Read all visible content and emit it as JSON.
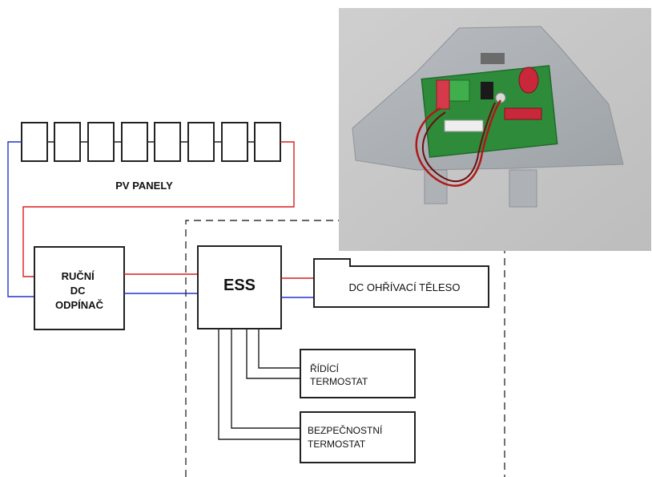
{
  "labels": {
    "pv_panels": "PV PANELY",
    "switch": [
      "RUČNÍ",
      "DC",
      "ODPÍNAČ"
    ],
    "ess": "ESS",
    "heater": "DC OHŘÍVACÍ TĚLESO",
    "control_thermostat": [
      "ŘÍDÍCÍ",
      "TERMOSTAT"
    ],
    "safety_thermostat": [
      "BEZPEČNOSTNÍ",
      "TERMOSTAT"
    ]
  },
  "panel_count": 8,
  "colors": {
    "positive_wire": "#d81e1e",
    "negative_wire": "#2233cc",
    "lines": "#222222",
    "pcb": "#2e8b3a",
    "photo_bg": "#c9c9c9",
    "plate": "#a8acb0"
  },
  "photo": {
    "subject": "ESS circuit board on metal mounting plate"
  }
}
